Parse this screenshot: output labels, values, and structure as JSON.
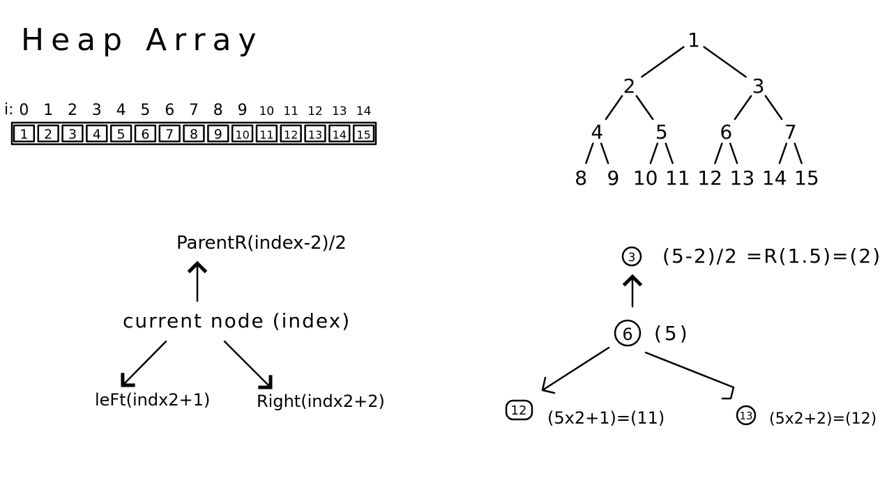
{
  "title": "Heap Array",
  "array_section": {
    "index_prefix": "i:",
    "indices": [
      "0",
      "1",
      "2",
      "3",
      "4",
      "5",
      "6",
      "7",
      "8",
      "9",
      "10",
      "11",
      "12",
      "13",
      "14"
    ],
    "values": [
      "1",
      "2",
      "3",
      "4",
      "5",
      "6",
      "7",
      "8",
      "9",
      "10",
      "11",
      "12",
      "13",
      "14",
      "15"
    ]
  },
  "tree": {
    "nodes": [
      {
        "label": "1",
        "children": [
          1,
          2
        ]
      },
      {
        "label": "2",
        "children": [
          3,
          4
        ]
      },
      {
        "label": "3",
        "children": [
          5,
          6
        ]
      },
      {
        "label": "4",
        "children": [
          7,
          8
        ]
      },
      {
        "label": "5",
        "children": [
          9,
          10
        ]
      },
      {
        "label": "6",
        "children": [
          11,
          12
        ]
      },
      {
        "label": "7",
        "children": [
          13,
          14
        ]
      },
      {
        "label": "8",
        "children": []
      },
      {
        "label": "9",
        "children": []
      },
      {
        "label": "10",
        "children": []
      },
      {
        "label": "11",
        "children": []
      },
      {
        "label": "12",
        "children": []
      },
      {
        "label": "13",
        "children": []
      },
      {
        "label": "14",
        "children": []
      },
      {
        "label": "15",
        "children": []
      }
    ]
  },
  "formula_diagram": {
    "parent": "ParentR(index-2)/2",
    "current": "current node (index)",
    "left": "leFt(indx2+1)",
    "right": "Right(indx2+2)"
  },
  "example_diagram": {
    "parent_node": "3",
    "parent_formula": "(5-2)/2 =R(1.5)=(2)",
    "current_node": "6",
    "current_index": "(5)",
    "left_node": "12",
    "left_formula": "(5x2+1)=(11)",
    "right_node": "13",
    "right_formula": "(5x2+2)=(12)"
  }
}
